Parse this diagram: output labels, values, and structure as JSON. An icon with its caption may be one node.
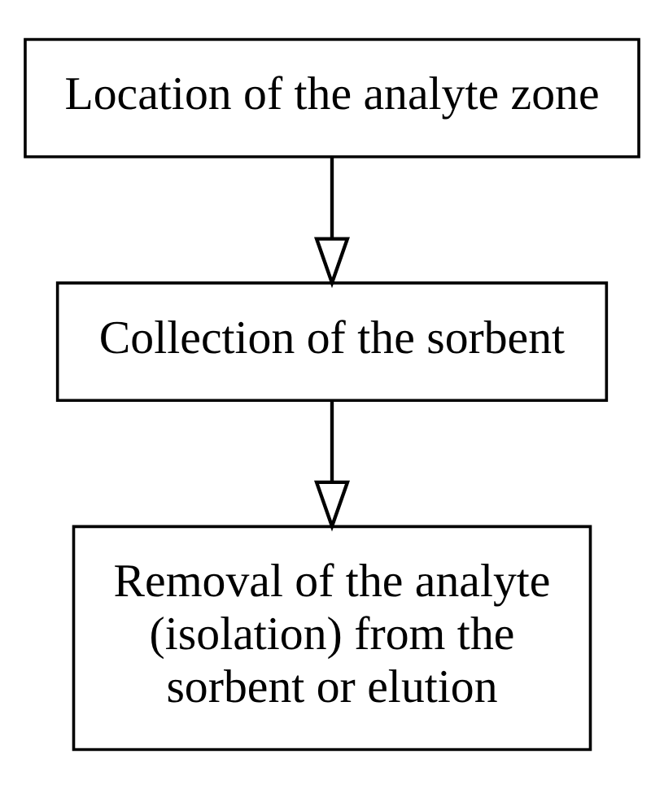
{
  "diagram": {
    "nodes": [
      {
        "text": [
          "Location of the analyte zone"
        ]
      },
      {
        "text": [
          "Collection of the sorbent"
        ]
      },
      {
        "text": [
          "Removal of the analyte (isolation) from the sorbent or elution"
        ]
      }
    ],
    "edges": [
      {
        "from": 0,
        "to": 1,
        "arrow": "to"
      },
      {
        "from": 1,
        "to": 2,
        "arrow": "to"
      }
    ]
  }
}
